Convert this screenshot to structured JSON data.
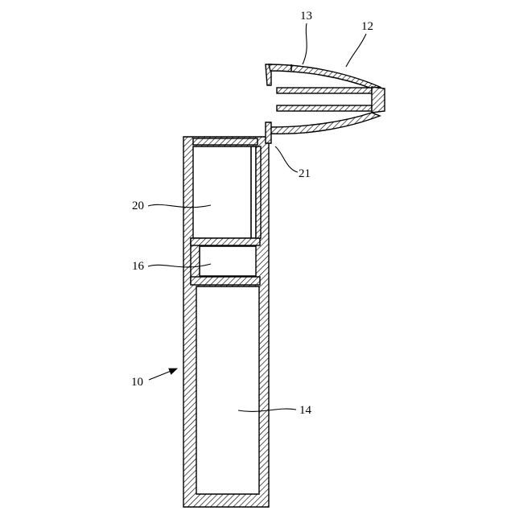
{
  "figure": {
    "labels": {
      "ref_10": "10",
      "ref_12": "12",
      "ref_13": "13",
      "ref_14": "14",
      "ref_16": "16",
      "ref_20": "20",
      "ref_21": "21"
    },
    "colors": {
      "line": "#000000",
      "background": "#ffffff"
    }
  }
}
